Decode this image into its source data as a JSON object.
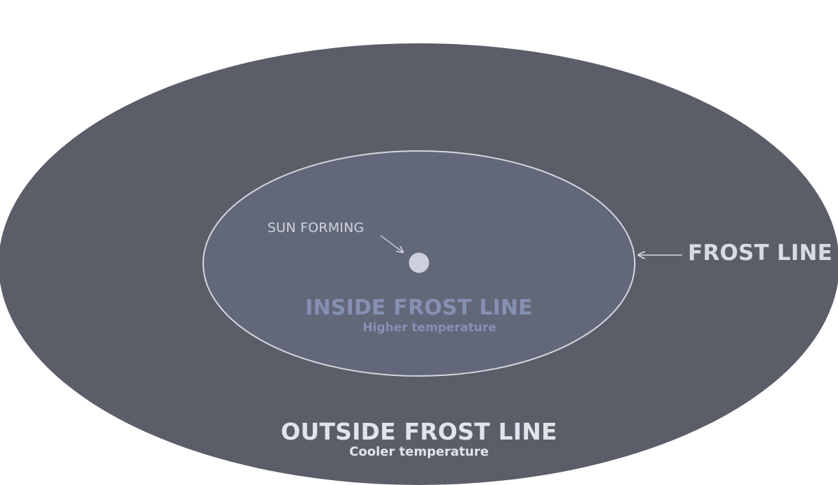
{
  "diagram": {
    "sun_label": "SUN FORMING",
    "frost_line_label": "FROST LINE",
    "inside": {
      "title": "INSIDE FROST LINE",
      "subtitle": "Higher temperature"
    },
    "outside": {
      "title": "OUTSIDE FROST LINE",
      "subtitle": "Cooler temperature"
    }
  },
  "colors": {
    "background": "#ffffff",
    "outer_region": "#5b5e69",
    "inner_region": "#626879",
    "frost_line_stroke": "#d5d7df",
    "sun": "#cdd0dc",
    "inside_text": "#8690b2",
    "outside_text": "#e2e4ea"
  }
}
